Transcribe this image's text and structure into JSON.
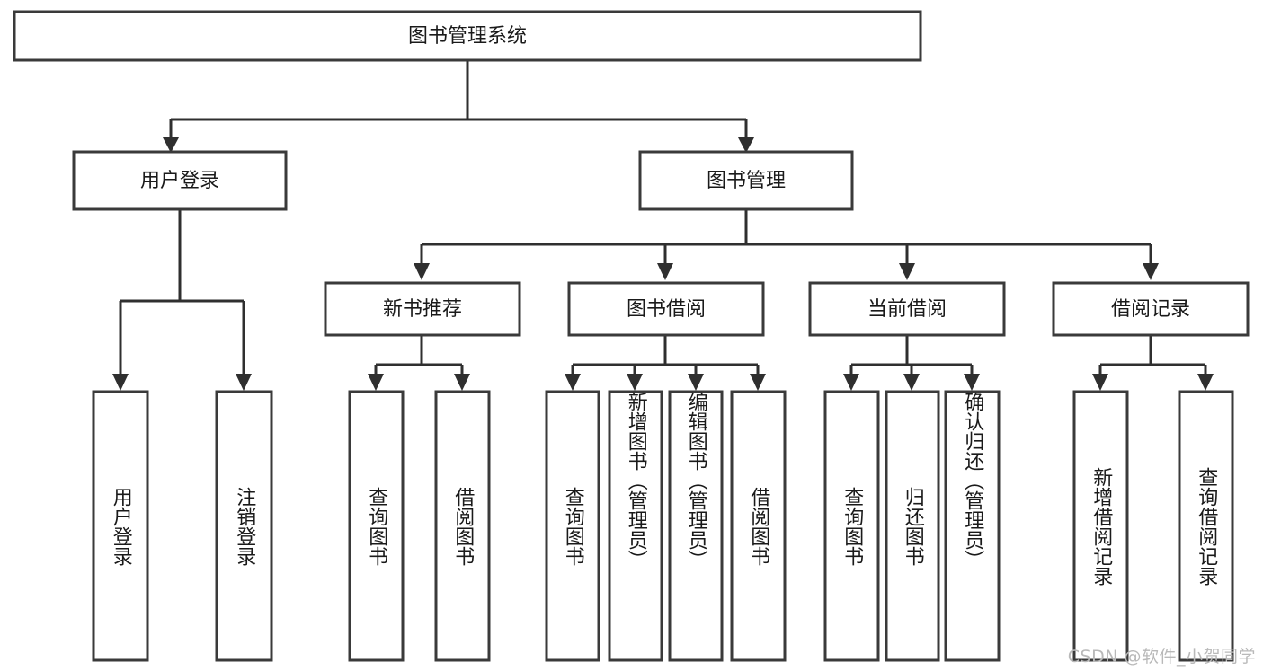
{
  "diagram": {
    "type": "tree",
    "title": "图书管理系统",
    "root": {
      "label": "图书管理系统"
    },
    "level2": [
      {
        "label": "用户登录"
      },
      {
        "label": "图书管理"
      }
    ],
    "level3": [
      {
        "label": "新书推荐"
      },
      {
        "label": "图书借阅"
      },
      {
        "label": "当前借阅"
      },
      {
        "label": "借阅记录"
      }
    ],
    "leaves": [
      {
        "label": "用户登录"
      },
      {
        "label": "注销登录"
      },
      {
        "label": "查询图书"
      },
      {
        "label": "借阅图书"
      },
      {
        "label": "查询图书"
      },
      {
        "label": "新增图书（管理员）"
      },
      {
        "label": "编辑图书（管理员）"
      },
      {
        "label": "借阅图书"
      },
      {
        "label": "查询图书"
      },
      {
        "label": "归还图书"
      },
      {
        "label": "确认归还（管理员）"
      },
      {
        "label": "新增借阅记录"
      },
      {
        "label": "查询借阅记录"
      }
    ],
    "colors": {
      "box_fill": "#ffffff",
      "box_stroke": "#3a3a3a",
      "connector": "#2f2f2f",
      "text": "#1a1a1a",
      "watermark": "#b9b9b9"
    }
  },
  "watermark": {
    "text": "CSDN @软件_小贺同学"
  }
}
